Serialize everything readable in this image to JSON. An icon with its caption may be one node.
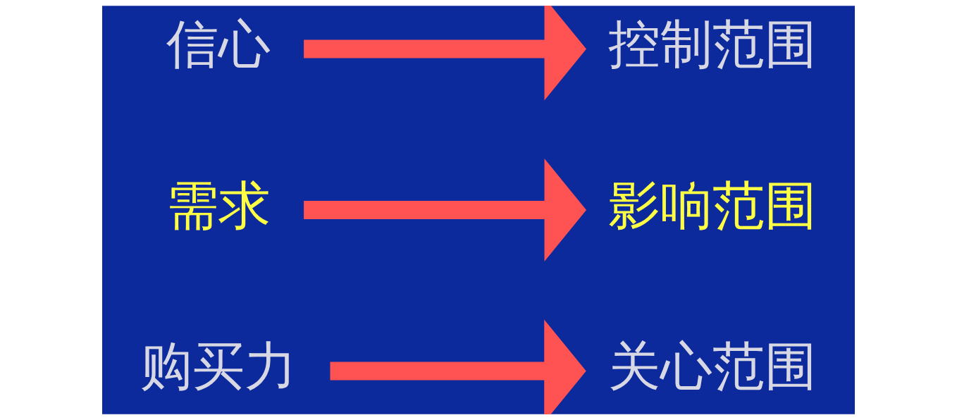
{
  "diagram": {
    "nodes": [
      {
        "text": [
          "信心"
        ]
      },
      {
        "text": [
          "控制范围"
        ]
      },
      {
        "text": [
          "需求"
        ]
      },
      {
        "text": [
          "影响范围"
        ]
      },
      {
        "text": [
          "购买力"
        ]
      },
      {
        "text": [
          "关心范围"
        ]
      }
    ],
    "edges": [
      {
        "from": 0,
        "to": 1,
        "arrow": "to"
      },
      {
        "from": 2,
        "to": 3,
        "arrow": "to"
      },
      {
        "from": 4,
        "to": 5,
        "arrow": "to"
      }
    ]
  }
}
